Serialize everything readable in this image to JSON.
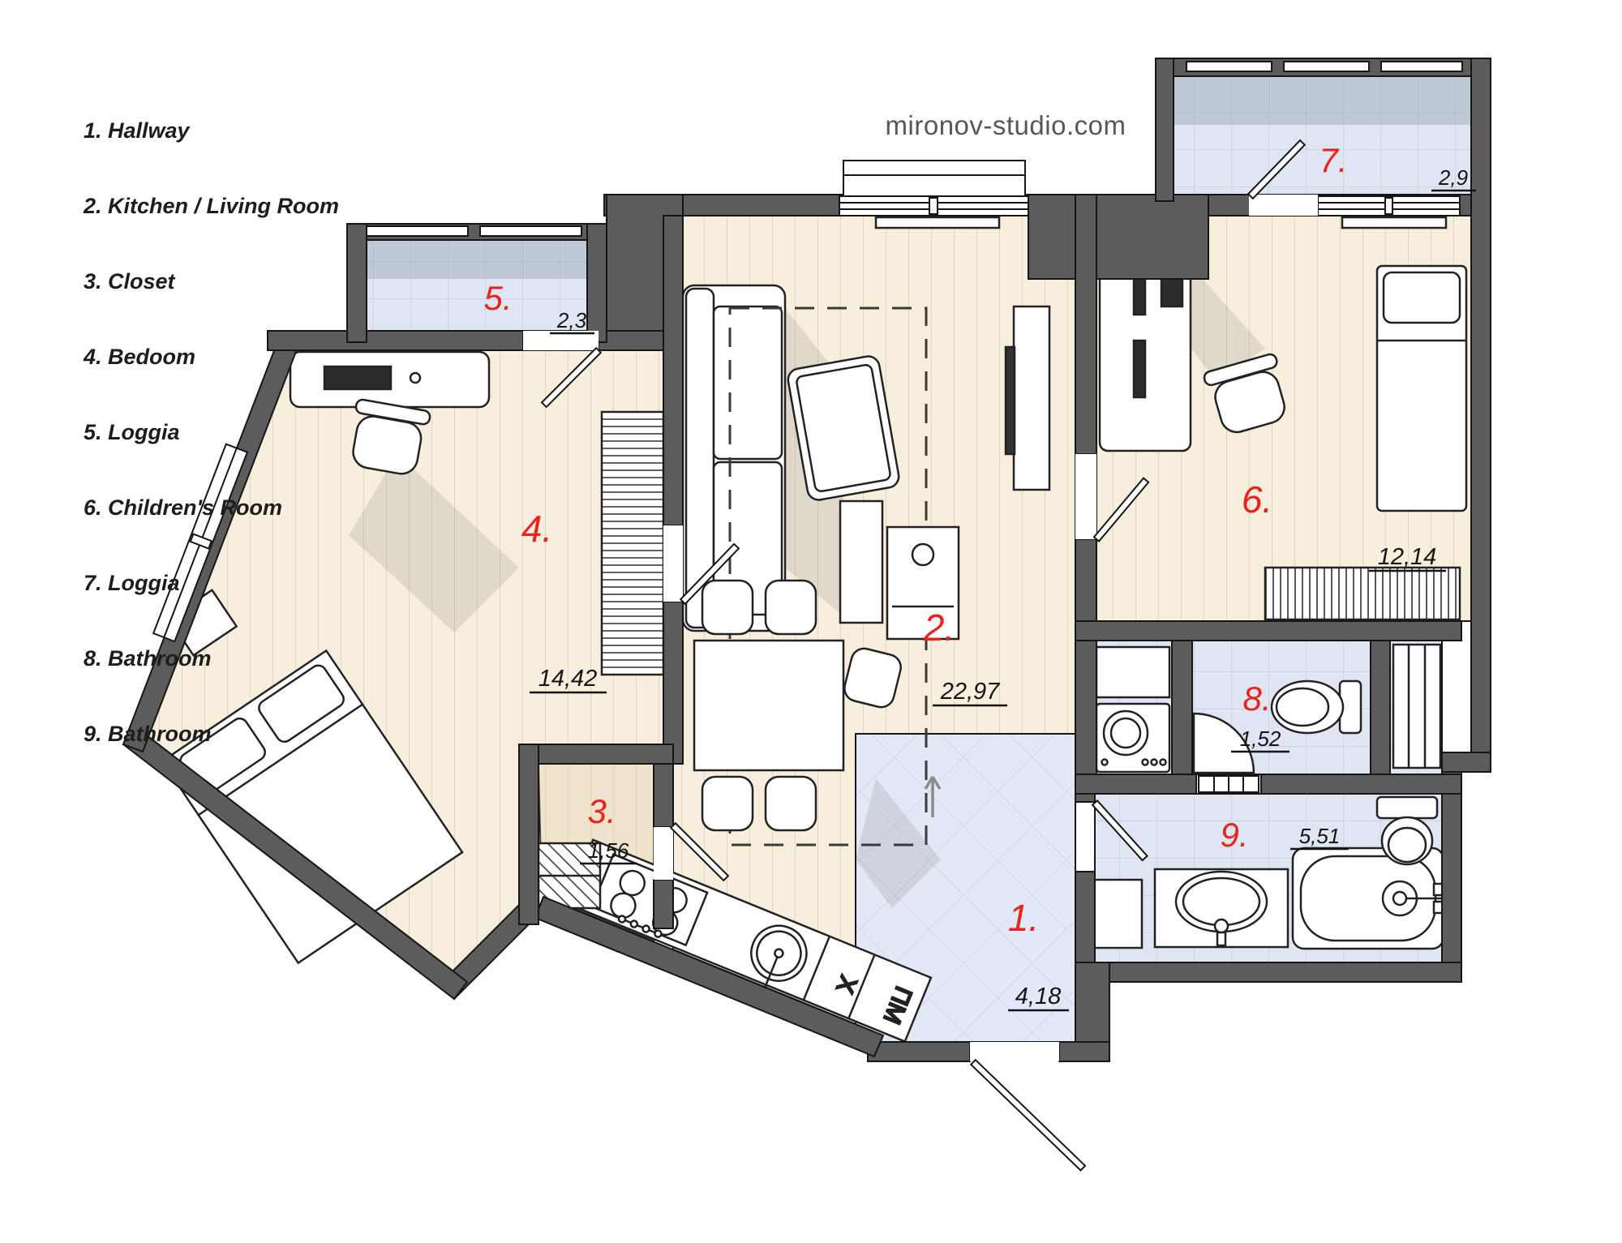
{
  "watermark": "mironov-studio.com",
  "legend": {
    "items": [
      "1. Hallway",
      "2. Kitchen / Living Room",
      "3. Closet",
      "4. Bedoom",
      "5. Loggia",
      "6. Children's Room",
      "7. Loggia",
      "8. Bathroom",
      "9. Bathroom"
    ]
  },
  "rooms": [
    {
      "number": "1.",
      "name": "Hallway",
      "area": "4,18"
    },
    {
      "number": "2.",
      "name": "Kitchen / Living Room",
      "area": "22,97"
    },
    {
      "number": "3.",
      "name": "Closet",
      "area": "1,56"
    },
    {
      "number": "4.",
      "name": "Bedoom",
      "area": "14,42"
    },
    {
      "number": "5.",
      "name": "Loggia",
      "area": "2,3"
    },
    {
      "number": "6.",
      "name": "Children's Room",
      "area": "12,14"
    },
    {
      "number": "7.",
      "name": "Loggia",
      "area": "2,9"
    },
    {
      "number": "8.",
      "name": "Bathroom",
      "area": "1,52"
    },
    {
      "number": "9.",
      "name": "Bathroom",
      "area": "5,51"
    }
  ],
  "kitchen_labels": {
    "x_label": "X",
    "pm_label": "ПМ"
  },
  "colors": {
    "wall": "#5c5c5c",
    "outline": "#161616",
    "floor_wood": "#f7eedd",
    "floor_tile": "#dfe5f3",
    "room_number_red": "#e8231e",
    "watermark_gray": "#575757"
  }
}
